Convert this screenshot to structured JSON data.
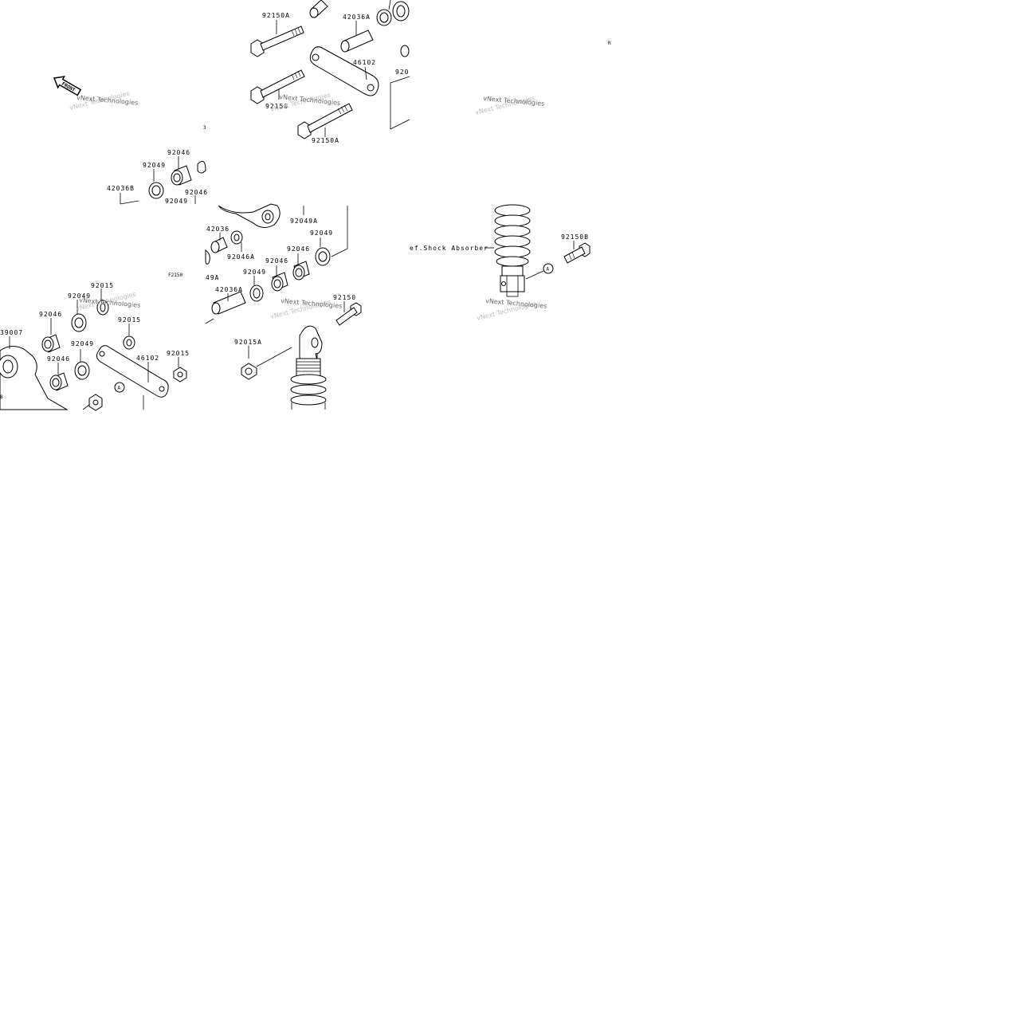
{
  "labels": {
    "p92150A_top": "92150A",
    "p42036A_top": "42036A",
    "p46102_top": "46102",
    "p92150_mid": "92150",
    "p92150A_low": "92150A",
    "p920_edge": "920",
    "pR_edge": "R",
    "p92046_a": "92046",
    "p92049_a": "92049",
    "p42036B": "42036B",
    "p92046_b": "92046",
    "p92049_b": "92049",
    "p92049A_mid": "92049A",
    "p42036": "42036",
    "p92046A": "92046A",
    "p49A": "49A",
    "p92049_c": "92049",
    "p92046_c": "92046",
    "p92049_d": "92049",
    "p42036A_mid": "42036A",
    "p92150_low": "92150",
    "p92015A": "92015A",
    "pF2150": "F2150",
    "p92015_a": "92015",
    "p92049_e": "92049",
    "p92046_d": "92046",
    "p92015_b": "92015",
    "p39007": "39007",
    "p92049_f": "92049",
    "p46102_low": "46102",
    "p92015_c": "92015",
    "p92046_e": "92046",
    "p92150B": "92150B",
    "shock_ref": "ef.Shock Absorber",
    "marker_a": "A",
    "front": "FRONT"
  },
  "watermark": "vNext Technologies",
  "colors": {
    "ink": "#000000",
    "watermark": "#666666",
    "background": "#ffffff"
  }
}
